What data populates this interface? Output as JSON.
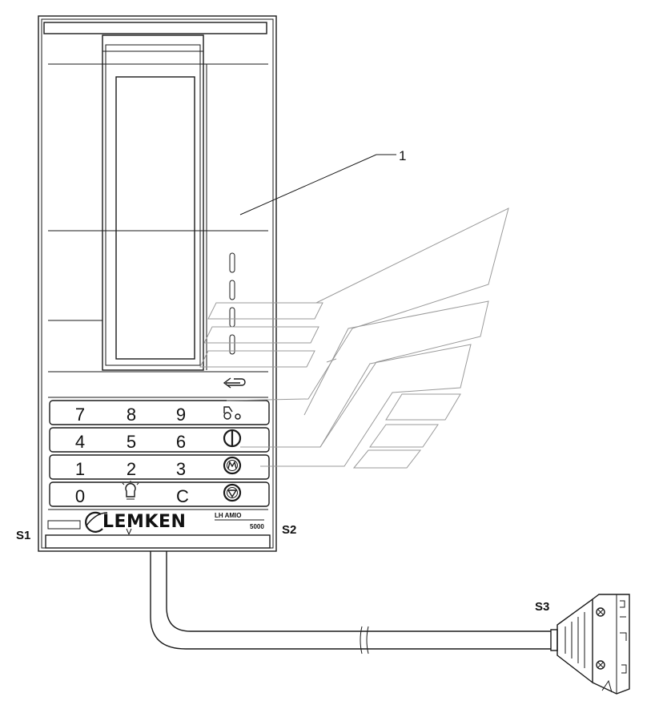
{
  "callouts": {
    "part": "1",
    "s1": "S1",
    "s2": "S2",
    "s3": "S3"
  },
  "keypad": {
    "row1": [
      "7",
      "8",
      "9"
    ],
    "row2": [
      "4",
      "5",
      "6"
    ],
    "row3": [
      "1",
      "2",
      "3"
    ],
    "row4": [
      "0",
      "C"
    ]
  },
  "branding": {
    "brand": "LEMKEN",
    "model": "LH AMIO",
    "code": "5000"
  },
  "icons": {
    "enter_key": "enter-arrow-icon",
    "key_row1": "tractor-implement-icon",
    "key_row2": "power-icon",
    "key_row3": "motor-icon",
    "key_row4": "down-triangle-icon",
    "light_key": "light-bulb-icon",
    "connector": "d-sub-connector-icon"
  }
}
